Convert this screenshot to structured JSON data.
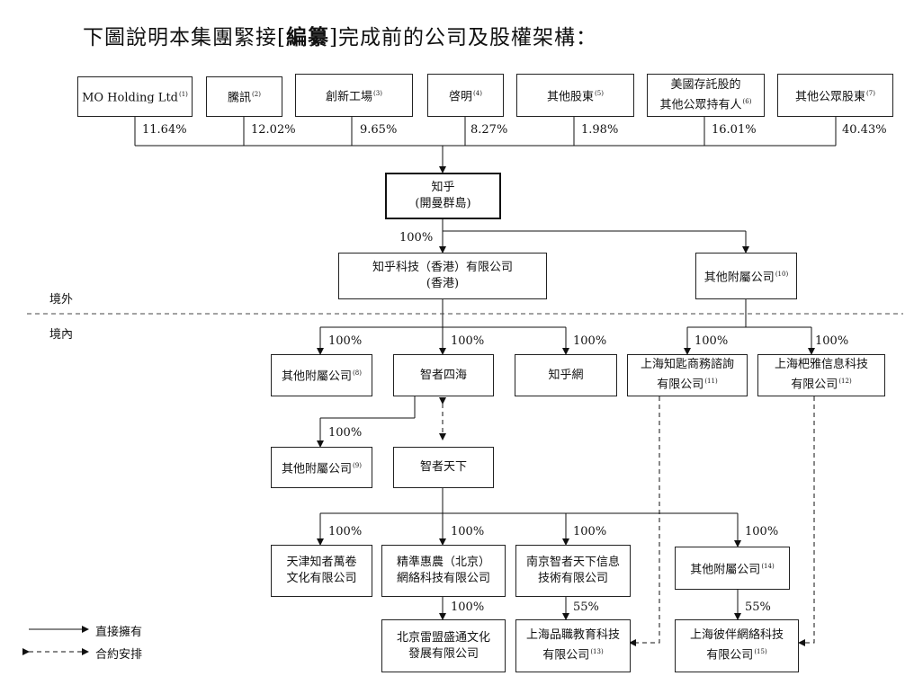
{
  "title": {
    "prefix": "下圖說明本集團緊接[",
    "bold": "編纂",
    "suffix": "]完成前的公司及股權架構："
  },
  "shareholders": [
    {
      "name": "MO Holding Ltd",
      "note": "(1)",
      "pct": "11.64%"
    },
    {
      "name": "騰訊",
      "note": "(2)",
      "pct": "12.02%"
    },
    {
      "name": "創新工場",
      "note": "(3)",
      "pct": "9.65%"
    },
    {
      "name": "啓明",
      "note": "(4)",
      "pct": "8.27%"
    },
    {
      "name": "其他股東",
      "note": "(5)",
      "pct": "1.98%"
    },
    {
      "name_line1": "美國存託股的",
      "name_line2": "其他公眾持有人",
      "note": "(6)",
      "pct": "16.01%"
    },
    {
      "name": "其他公眾股東",
      "note": "(7)",
      "pct": "40.43%"
    }
  ],
  "company": {
    "line1": "知乎",
    "line2": "(開曼群島)"
  },
  "offshore": {
    "hk": {
      "line1": "知乎科技（香港）有限公司",
      "line2": "(香港)",
      "pct": "100%"
    },
    "other": {
      "name": "其他附屬公司",
      "note": "(10)"
    }
  },
  "regions": {
    "outside": "境外",
    "inside": "境內"
  },
  "onshore": {
    "other8": {
      "name": "其他附屬公司",
      "note": "(8)",
      "pct": "100%"
    },
    "zhizhe_sihai": {
      "name": "智者四海",
      "pct": "100%"
    },
    "zhihu_net": {
      "name": "知乎網",
      "pct": "100%"
    },
    "zhiti": {
      "line1": "上海知匙商務諮詢",
      "line2": "有限公司",
      "note": "(11)",
      "pct": "100%"
    },
    "baya": {
      "line1": "上海杷雅信息科技",
      "line2": "有限公司",
      "note": "(12)",
      "pct": "100%"
    },
    "other9": {
      "name": "其他附屬公司",
      "note": "(9)",
      "pct": "100%"
    },
    "zhizhe_tianxia": {
      "name": "智者天下"
    },
    "tianjin": {
      "line1": "天津知者萬卷",
      "line2": "文化有限公司",
      "pct": "100%"
    },
    "jingzhun": {
      "line1": "精準惠農（北京）",
      "line2": "網絡科技有限公司",
      "pct": "100%"
    },
    "nanjing": {
      "line1": "南京智者天下信息",
      "line2": "技術有限公司",
      "pct": "100%"
    },
    "other14": {
      "name": "其他附屬公司",
      "note": "(14)",
      "pct": "100%"
    },
    "leimeng": {
      "line1": "北京雷盟盛通文化",
      "line2": "發展有限公司",
      "pct": "100%"
    },
    "pinzhi": {
      "line1": "上海品職教育科技",
      "line2": "有限公司",
      "note": "(13)",
      "pct": "55%"
    },
    "biban": {
      "line1": "上海彼伴網絡科技",
      "line2": "有限公司",
      "note": "(15)",
      "pct": "55%"
    }
  },
  "legend": {
    "direct": "直接擁有",
    "contract": "合約安排"
  }
}
